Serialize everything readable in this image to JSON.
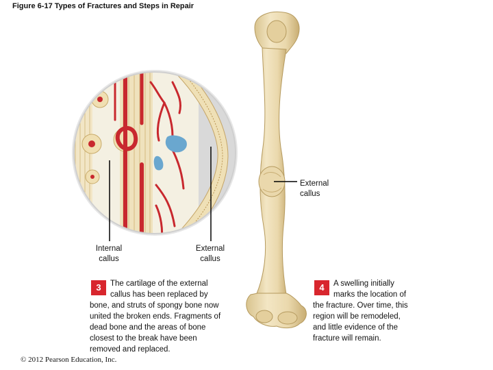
{
  "figure": {
    "title": "Figure 6-17 Types of Fractures and Steps in Repair"
  },
  "labels": {
    "external_callus_bone_line1": "External",
    "external_callus_bone_line2": "callus",
    "internal_callus_line1": "Internal",
    "internal_callus_line2": "callus",
    "external_callus_circle_line1": "External",
    "external_callus_circle_line2": "callus"
  },
  "steps": [
    {
      "number": "3",
      "lines": [
        "The cartilage of the external",
        "callus has been replaced by",
        "bone, and struts of spongy bone now",
        "united the broken ends. Fragments of",
        "dead bone and the areas of bone",
        "closest to the break have been",
        "removed and replaced."
      ]
    },
    {
      "number": "4",
      "lines": [
        "A swelling initially",
        "marks the location of",
        "the fracture. Over time, this",
        "region will be remodeled,",
        "and little evidence of the",
        "fracture will remain."
      ]
    }
  ],
  "footer": {
    "copyright": "© 2012 Pearson Education, Inc."
  },
  "colors": {
    "step_badge": "#d8262e",
    "bone": "#ecdcb4",
    "bone_shadow": "#c9b07a",
    "vessel": "#c8282e",
    "marrow_blue": "#6aa7cf",
    "lamella": "#f1dfb5"
  }
}
